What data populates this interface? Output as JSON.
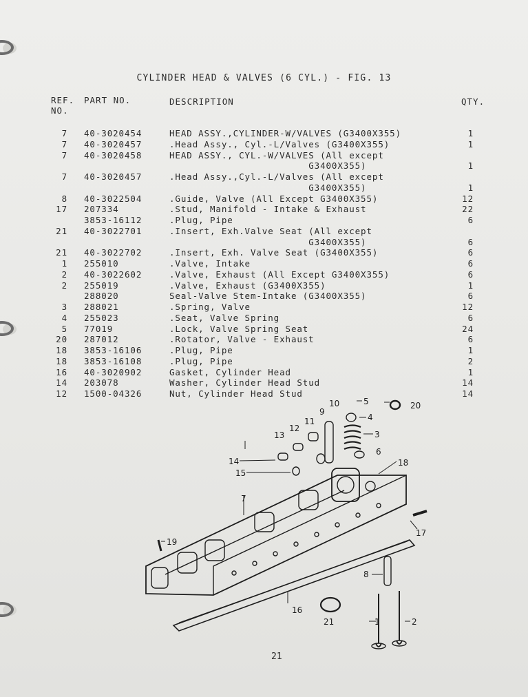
{
  "title": "CYLINDER HEAD & VALVES (6 CYL.) - FIG. 13",
  "headers": {
    "ref_line1": "REF.",
    "ref_line2": "NO.",
    "part_no": "PART NO.",
    "description": "DESCRIPTION",
    "qty": "QTY."
  },
  "rows": [
    {
      "ref": "7",
      "part": "40-3020454",
      "desc": "HEAD ASSY.,CYLINDER-W/VALVES (G3400X355)",
      "qty": "1"
    },
    {
      "ref": "7",
      "part": "40-3020457",
      "desc": ".Head Assy., Cyl.-L/Valves (G3400X355)",
      "qty": "1"
    },
    {
      "ref": "7",
      "part": "40-3020458",
      "desc": "HEAD ASSY., CYL.-W/VALVES (All except",
      "qty": ""
    },
    {
      "ref": "",
      "part": "",
      "desc": "                        G3400X355)",
      "qty": "1"
    },
    {
      "ref": "7",
      "part": "40-3020457",
      "desc": ".Head Assy.,Cyl.-L/Valves (All except",
      "qty": ""
    },
    {
      "ref": "",
      "part": "",
      "desc": "                        G3400X355)",
      "qty": "1"
    },
    {
      "ref": "8",
      "part": "40-3022504",
      "desc": ".Guide, Valve (All Except G3400X355)",
      "qty": "12"
    },
    {
      "ref": "17",
      "part": "207334",
      "desc": ".Stud, Manifold - Intake & Exhaust",
      "qty": "22"
    },
    {
      "ref": "",
      "part": "3853-16112",
      "desc": ".Plug, Pipe",
      "qty": "6"
    },
    {
      "ref": "21",
      "part": "40-3022701",
      "desc": ".Insert, Exh.Valve Seat (All except",
      "qty": ""
    },
    {
      "ref": "",
      "part": "",
      "desc": "                        G3400X355)",
      "qty": "6"
    },
    {
      "ref": "21",
      "part": "40-3022702",
      "desc": ".Insert, Exh. Valve Seat (G3400X355)",
      "qty": "6"
    },
    {
      "ref": "1",
      "part": "255010",
      "desc": ".Valve, Intake",
      "qty": "6"
    },
    {
      "ref": "2",
      "part": "40-3022602",
      "desc": ".Valve, Exhaust (All Except G3400X355)",
      "qty": "6"
    },
    {
      "ref": "2",
      "part": "255019",
      "desc": ".Valve, Exhaust (G3400X355)",
      "qty": "1"
    },
    {
      "ref": "",
      "part": "288020",
      "desc": "Seal-Valve Stem-Intake (G3400X355)",
      "qty": "6"
    },
    {
      "ref": "3",
      "part": "288021",
      "desc": ".Spring, Valve",
      "qty": "12"
    },
    {
      "ref": "4",
      "part": "255023",
      "desc": ".Seat, Valve Spring",
      "qty": "6"
    },
    {
      "ref": "5",
      "part": "77019",
      "desc": ".Lock, Valve Spring Seat",
      "qty": "24"
    },
    {
      "ref": "20",
      "part": "287012",
      "desc": ".Rotator, Valve - Exhaust",
      "qty": "6"
    },
    {
      "ref": "18",
      "part": "3853-16106",
      "desc": ".Plug, Pipe",
      "qty": "1"
    },
    {
      "ref": "18",
      "part": "3853-16108",
      "desc": ".Plug, Pipe",
      "qty": "2"
    },
    {
      "ref": "16",
      "part": "40-3020902",
      "desc": "Gasket, Cylinder Head",
      "qty": "1"
    },
    {
      "ref": "14",
      "part": "203078",
      "desc": "Washer, Cylinder Head Stud",
      "qty": "14"
    },
    {
      "ref": "12",
      "part": "1500-04326",
      "desc": "Nut, Cylinder Head Stud",
      "qty": "14"
    }
  ],
  "diagram_callouts": {
    "n1": "1",
    "n2": "2",
    "n3": "3",
    "n4": "4",
    "n5": "5",
    "n6": "6",
    "n7": "7",
    "n8": "8",
    "n9": "9",
    "n10": "10",
    "n11": "11",
    "n12": "12",
    "n13": "13",
    "n14": "14",
    "n15": "15",
    "n16": "16",
    "n17": "17",
    "n18": "18",
    "n19": "19",
    "n20": "20",
    "n21": "21"
  },
  "page_number": "21"
}
